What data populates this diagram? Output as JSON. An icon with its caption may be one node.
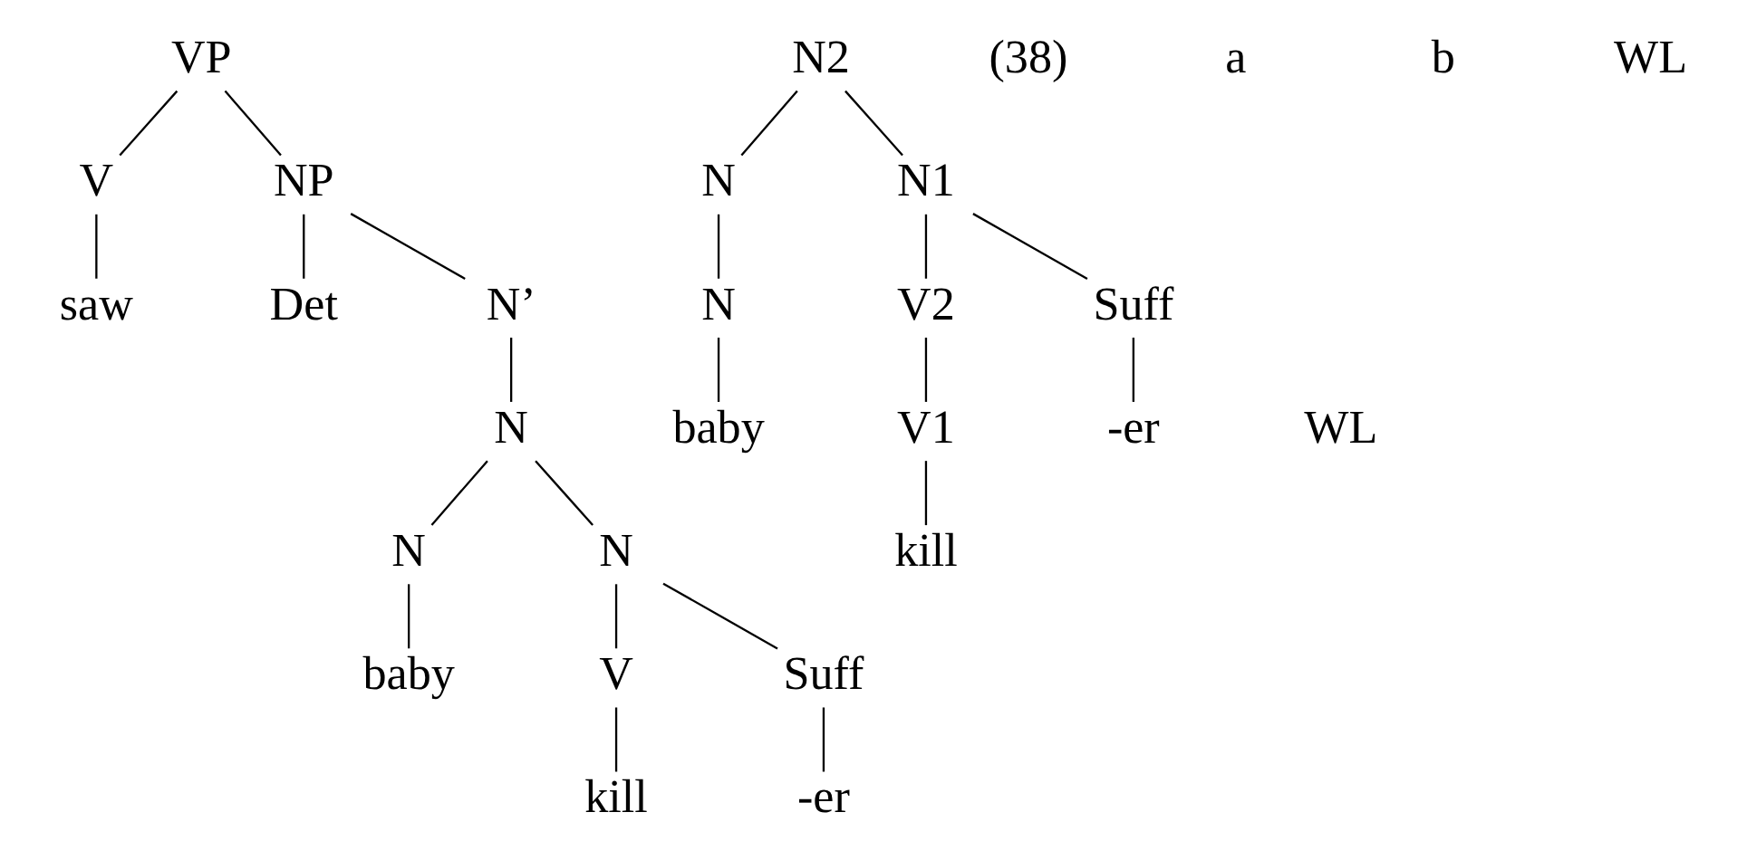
{
  "diagram": {
    "nodes": [
      {
        "text": [
          "VP"
        ]
      },
      {
        "text": [
          "V"
        ]
      },
      {
        "text": [
          "saw"
        ]
      },
      {
        "text": [
          "NP"
        ]
      },
      {
        "text": [
          "Det"
        ]
      },
      {
        "text": [
          "N’"
        ]
      },
      {
        "text": [
          "N"
        ]
      },
      {
        "text": [
          "N"
        ]
      },
      {
        "text": [
          "baby"
        ]
      },
      {
        "text": [
          "N"
        ]
      },
      {
        "text": [
          "V"
        ]
      },
      {
        "text": [
          "kill"
        ]
      },
      {
        "text": [
          "Suff"
        ]
      },
      {
        "text": [
          "-er"
        ]
      },
      {
        "text": [
          "N2"
        ]
      },
      {
        "text": [
          "N"
        ]
      },
      {
        "text": [
          "N"
        ]
      },
      {
        "text": [
          "baby"
        ]
      },
      {
        "text": [
          "N1"
        ]
      },
      {
        "text": [
          "V2"
        ]
      },
      {
        "text": [
          "V1"
        ]
      },
      {
        "text": [
          "kill"
        ]
      },
      {
        "text": [
          "Suff"
        ]
      },
      {
        "text": [
          "-er"
        ]
      }
    ],
    "edges": [
      {
        "from": 0,
        "to": 1,
        "arrow": "none"
      },
      {
        "from": 1,
        "to": 2,
        "arrow": "none"
      },
      {
        "from": 0,
        "to": 3,
        "arrow": "none"
      },
      {
        "from": 3,
        "to": 4,
        "arrow": "none"
      },
      {
        "from": 3,
        "to": 5,
        "arrow": "none"
      },
      {
        "from": 5,
        "to": 6,
        "arrow": "none"
      },
      {
        "from": 6,
        "to": 7,
        "arrow": "none"
      },
      {
        "from": 7,
        "to": 8,
        "arrow": "none"
      },
      {
        "from": 6,
        "to": 9,
        "arrow": "none"
      },
      {
        "from": 9,
        "to": 10,
        "arrow": "none"
      },
      {
        "from": 10,
        "to": 11,
        "arrow": "none"
      },
      {
        "from": 9,
        "to": 12,
        "arrow": "none"
      },
      {
        "from": 12,
        "to": 13,
        "arrow": "none"
      },
      {
        "from": 14,
        "to": 15,
        "arrow": "none"
      },
      {
        "from": 15,
        "to": 16,
        "arrow": "none"
      },
      {
        "from": 16,
        "to": 17,
        "arrow": "none"
      },
      {
        "from": 14,
        "to": 18,
        "arrow": "none"
      },
      {
        "from": 18,
        "to": 19,
        "arrow": "none"
      },
      {
        "from": 19,
        "to": 20,
        "arrow": "none"
      },
      {
        "from": 20,
        "to": 21,
        "arrow": "none"
      },
      {
        "from": 18,
        "to": 22,
        "arrow": "none"
      },
      {
        "from": 22,
        "to": 23,
        "arrow": "none"
      }
    ],
    "labels": [
      "(38)",
      "a",
      "WL",
      "b",
      "WL"
    ]
  }
}
